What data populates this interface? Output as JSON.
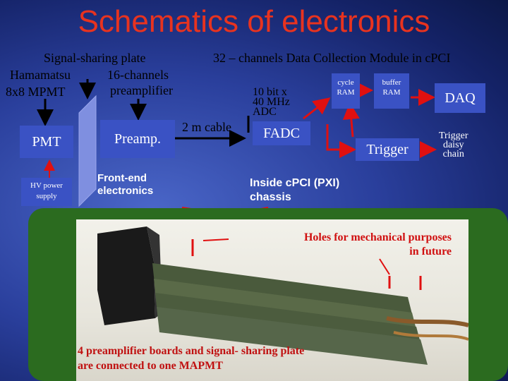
{
  "title": "Schematics of electronics",
  "left": {
    "signal_plate": "Signal-sharing plate",
    "hamamatsu": "Hamamatsu",
    "mpmt": "8x8 MPMT",
    "channels16": "16-channels",
    "preamplifier": "preamplifier",
    "pmt_box": "PMT",
    "hv_line1": "HV power",
    "hv_line2": "supply",
    "preamp_box": "Preamp.",
    "frontend_line1": "Front-end",
    "frontend_line2": "electronics",
    "cable": "2 m cable"
  },
  "right": {
    "module_title": "32 – channels Data Collection Module in cPCI",
    "adc_line1": "10 bit x",
    "adc_line2": "40 MHz",
    "adc_line3": "ADC",
    "fadc": "FADC",
    "cycle_line1": "cycle",
    "cycle_line2": "RAM",
    "buffer_line1": "buffer",
    "buffer_line2": "RAM",
    "trigger": "Trigger",
    "daq": "DAQ",
    "daisy_line1": "Trigger",
    "daisy_line2": "daisy",
    "daisy_line3": "chain",
    "inside_line1": "Inside cPCI (PXI)",
    "inside_line2": "chassis"
  },
  "photo": {
    "holes_line1": "Holes for mechanical purposes",
    "holes_line2": "in future",
    "caption_line1": "4 preamplifier boards and signal- sharing plate",
    "caption_line2": "are connected to one MAPMT"
  },
  "colors": {
    "title": "#e8331f",
    "box_fill": "#3a52c4",
    "arrow_red": "#e01010",
    "photo_frame": "#2b6b1f"
  }
}
